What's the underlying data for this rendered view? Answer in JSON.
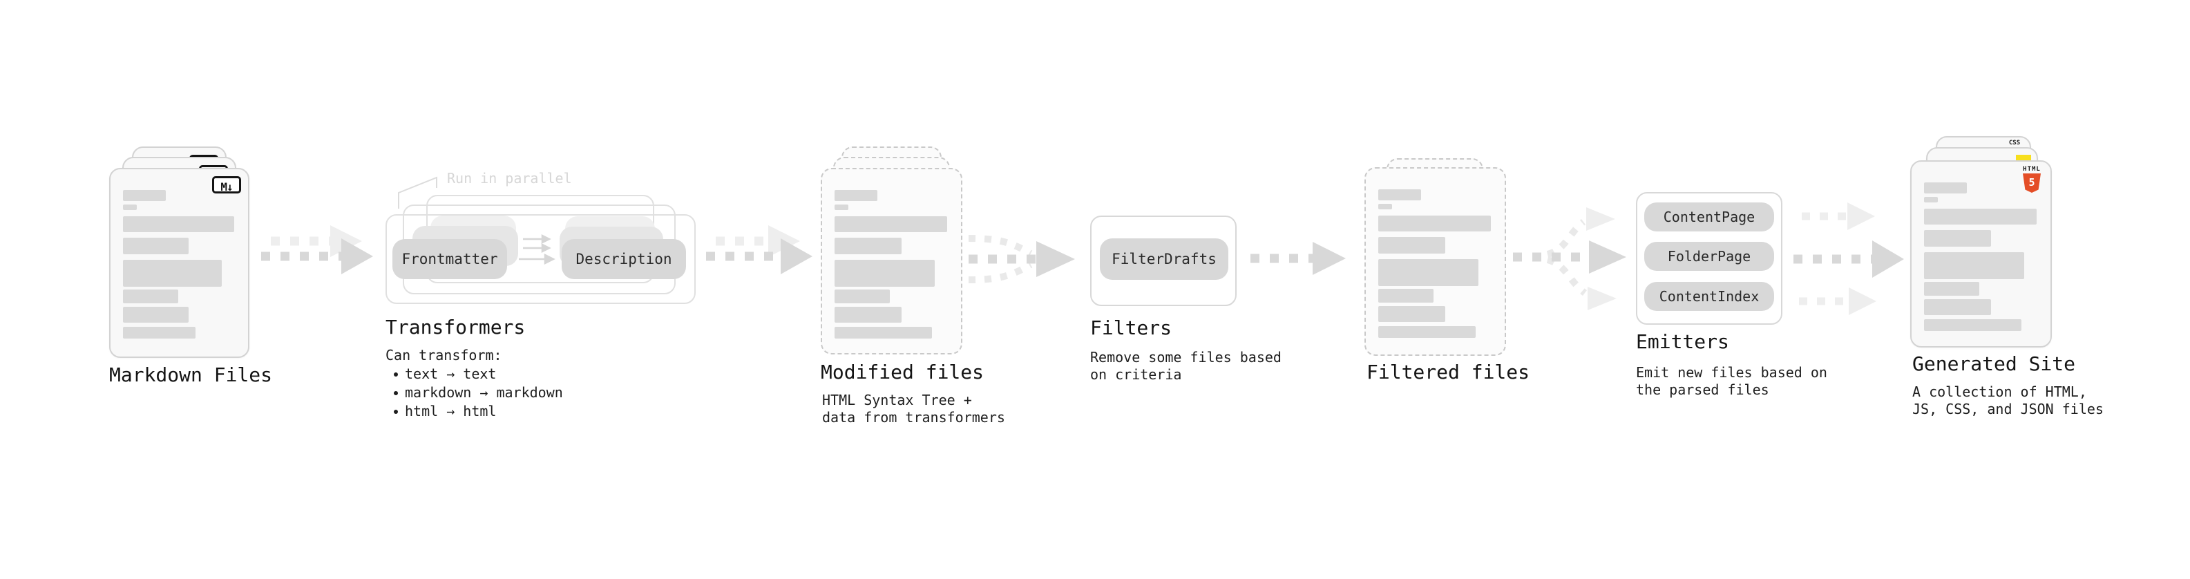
{
  "stages": {
    "markdown": {
      "label": "Markdown Files",
      "badge": "M↓"
    },
    "transformers": {
      "title": "Transformers",
      "annotation": "Run in parallel",
      "pill_frontmatter": "Frontmatter",
      "pill_description": "Description",
      "caption_title": "Can transform:",
      "bullets": [
        "text → text",
        "markdown → markdown",
        "html → html"
      ]
    },
    "modified": {
      "title": "Modified files",
      "caption_line1": "HTML Syntax Tree +",
      "caption_line2": "data from transformers"
    },
    "filters": {
      "title": "Filters",
      "pill_filterdrafts": "FilterDrafts",
      "caption_line1": "Remove some files based",
      "caption_line2": "on criteria"
    },
    "filtered": {
      "title": "Filtered files"
    },
    "emitters": {
      "title": "Emitters",
      "pill_contentpage": "ContentPage",
      "pill_folderpage": "FolderPage",
      "pill_contentindex": "ContentIndex",
      "caption_line1": "Emit new files based on",
      "caption_line2": "the parsed files"
    },
    "generated": {
      "title": "Generated Site",
      "caption_line1": "A collection of HTML,",
      "caption_line2": "JS, CSS, and JSON files",
      "badge_css_label": "CSS",
      "badge_html_label": "HTML",
      "badge_html_number": "5"
    }
  },
  "colors": {
    "html5_orange": "#e44d26",
    "js_yellow": "#f7df1e",
    "css_blue": "#2965f1",
    "arrow_dark": "#d8d8d8",
    "arrow_light": "#eeeeee",
    "pill_bg": "#d8d8d8",
    "annotation_gray": "#d6d6d6",
    "card_bg": "#f8f8f8",
    "bar_gray": "#d9d9d9"
  }
}
